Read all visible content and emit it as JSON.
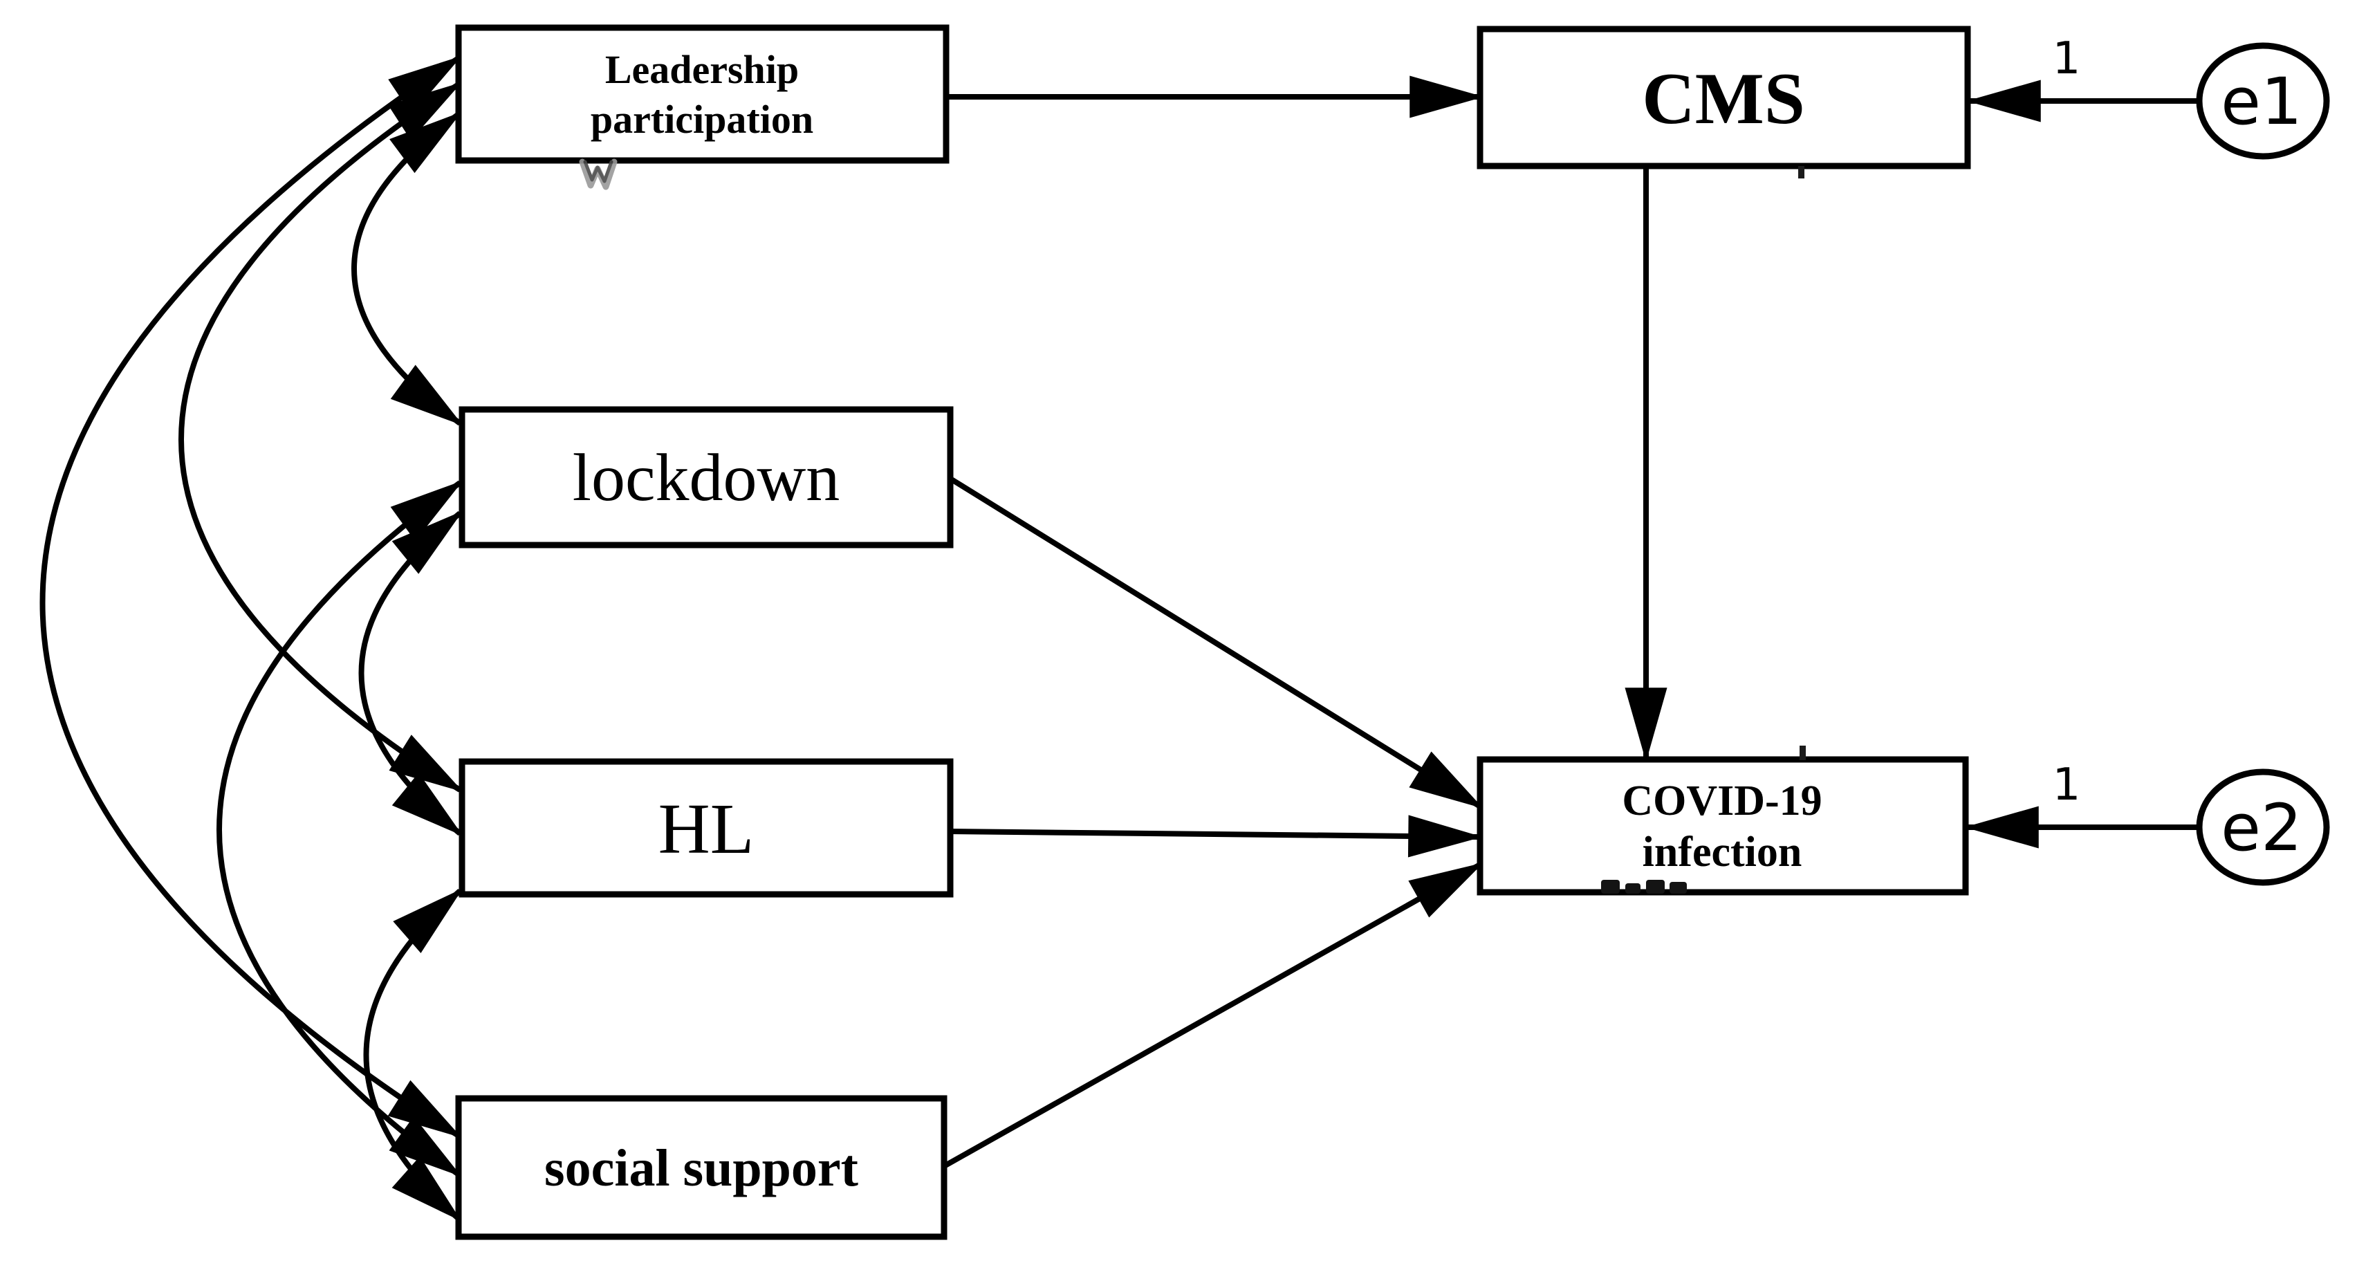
{
  "figure": {
    "background": "#ffffff",
    "ink": "#000000"
  },
  "boxes": {
    "leadership": {
      "line1": "Leadership",
      "line2": "participation"
    },
    "lockdown": {
      "label": "lockdown"
    },
    "hl": {
      "label": "HL"
    },
    "social": {
      "label": "social support"
    },
    "cms": {
      "label": "CMS"
    },
    "covid": {
      "line1": "COVID-19",
      "line2": "infection"
    }
  },
  "errors": {
    "e1": {
      "label": "e1",
      "weight": "1"
    },
    "e2": {
      "label": "e2",
      "weight": "1"
    }
  },
  "paths": [
    {
      "from": "Leadership participation",
      "to": "CMS"
    },
    {
      "from": "CMS",
      "to": "COVID-19 infection"
    },
    {
      "from": "lockdown",
      "to": "COVID-19 infection"
    },
    {
      "from": "HL",
      "to": "COVID-19 infection"
    },
    {
      "from": "social support",
      "to": "COVID-19 infection"
    },
    {
      "from": "e1",
      "to": "CMS",
      "weight": "1"
    },
    {
      "from": "e2",
      "to": "COVID-19 infection",
      "weight": "1"
    }
  ],
  "covariances": [
    [
      "Leadership participation",
      "lockdown"
    ],
    [
      "Leadership participation",
      "HL"
    ],
    [
      "Leadership participation",
      "social support"
    ],
    [
      "lockdown",
      "HL"
    ],
    [
      "lockdown",
      "social support"
    ],
    [
      "HL",
      "social support"
    ]
  ]
}
